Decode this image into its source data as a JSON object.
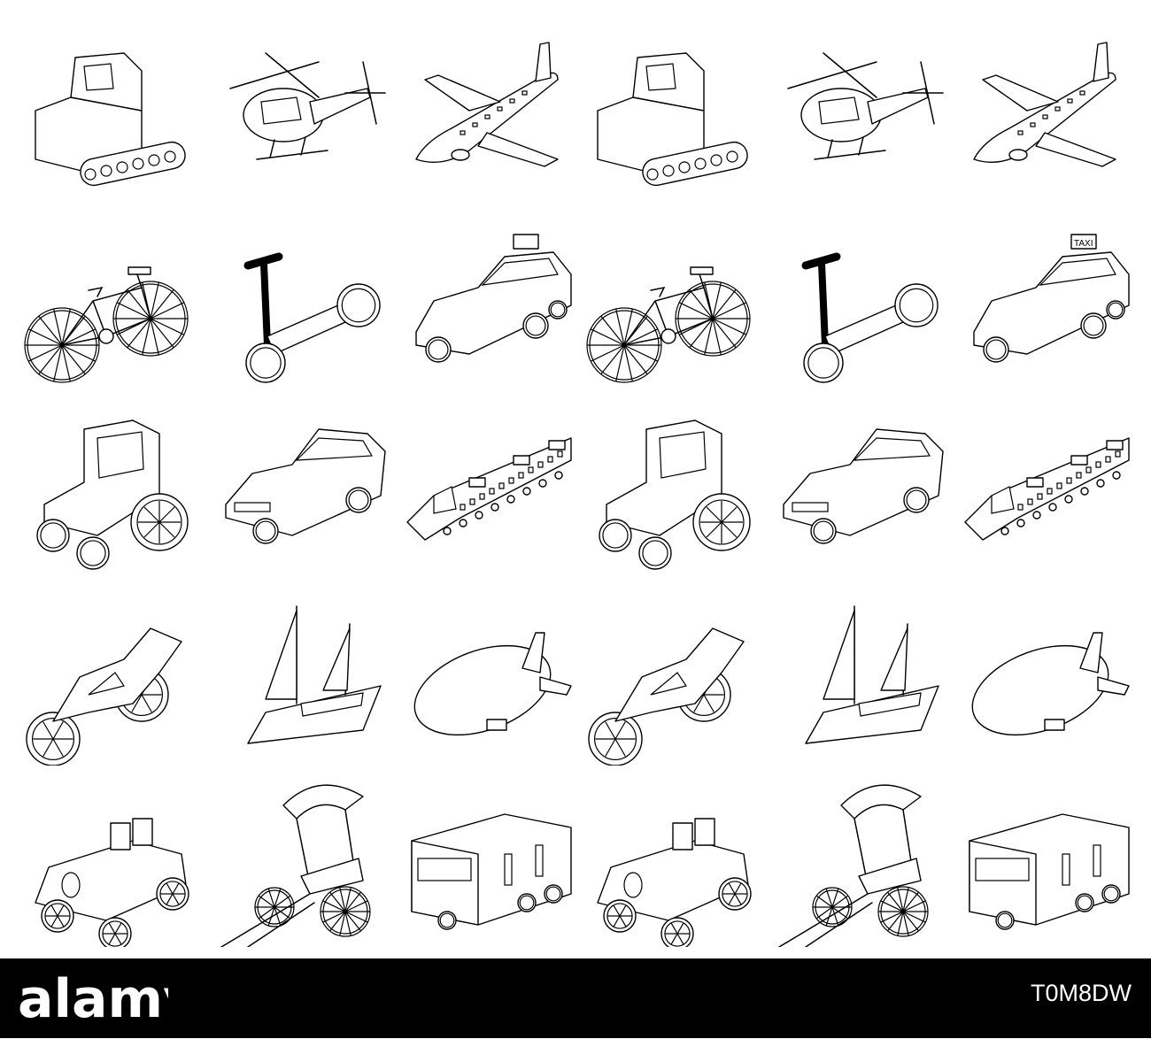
{
  "icon_sheet": {
    "styles": [
      "solid-black",
      "outline"
    ],
    "rows": [
      [
        "crawler-tractor",
        "helicopter",
        "airplane"
      ],
      [
        "bicycle",
        "kick-scooter",
        "taxi"
      ],
      [
        "tractor",
        "sedan-car",
        "train"
      ],
      [
        "sport-motorcycle",
        "sailing-catamaran",
        "airship"
      ],
      [
        "vintage-car",
        "rickshaw",
        "bus"
      ]
    ]
  },
  "taxi_sign": "TAXI",
  "colors": {
    "fill": "#000000",
    "stroke": "#000000",
    "background": "#ffffff",
    "footer": "#000000",
    "footer_text": "#ffffff"
  },
  "footer": {
    "logo": "alamy",
    "stock_code": "T0M8DW"
  }
}
